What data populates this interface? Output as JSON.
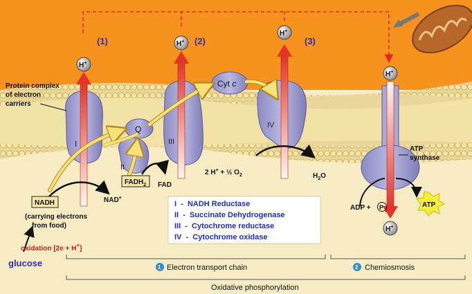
{
  "steps": [
    "(1)",
    "(2)",
    "(3)"
  ],
  "proton": {
    "base": "H",
    "sup": "+"
  },
  "complexes": [
    "I",
    "II",
    "III",
    "IV"
  ],
  "protein_complex_label": [
    "Protein complex",
    "of electron",
    "carriers"
  ],
  "cyt_c": {
    "main": "Cyt ",
    "italic": "c"
  },
  "ubiquinone": "Q",
  "fadh2": {
    "main": "FADH",
    "sub": "2"
  },
  "fad": "FAD",
  "nadh": "NADH",
  "nad_plus": {
    "main": "NAD",
    "sup": "+"
  },
  "carrying_electrons": [
    "(carrying electrons",
    "from food)"
  ],
  "oxygen_reaction": {
    "a": "2 H",
    "b": "+",
    "c": " + ½ O",
    "d": "2"
  },
  "water": {
    "main": "H",
    "sub": "2",
    "end": "O"
  },
  "atp_synthase": [
    "ATP",
    "synthase"
  ],
  "adp": {
    "main": "ADP + ",
    "pi": "P",
    "pi_sub": "i"
  },
  "atp": "ATP",
  "oxidation": {
    "word": "oxidation",
    "rest": " [2e + H",
    "sup": "+",
    "end": "]"
  },
  "glucose": "glucose",
  "legend": [
    "I  -  NADH Reductase",
    "II  -  Succinate Dehydrogenase",
    "III  -  Cytochrome reductase",
    "IV  -  Cytochrome oxidase"
  ],
  "bracket_etc": {
    "num": "1",
    "label": "Electron transport chain"
  },
  "bracket_chemi": {
    "num": "2",
    "label": "Chemiosmosis"
  },
  "bracket_oxphos": "Oxidative phosphorylation",
  "colors": {
    "intermembrane": "#f6921e",
    "matrix": "#f8ecc4",
    "protein": "#a9a8d6",
    "proton_arrow": "#e8453c",
    "legend_text": "#1f2fb8",
    "oxidation": "#e3141b",
    "glucose": "#2d2db8",
    "dashed": "#e8261e",
    "atp_star": "#f5f03a"
  }
}
